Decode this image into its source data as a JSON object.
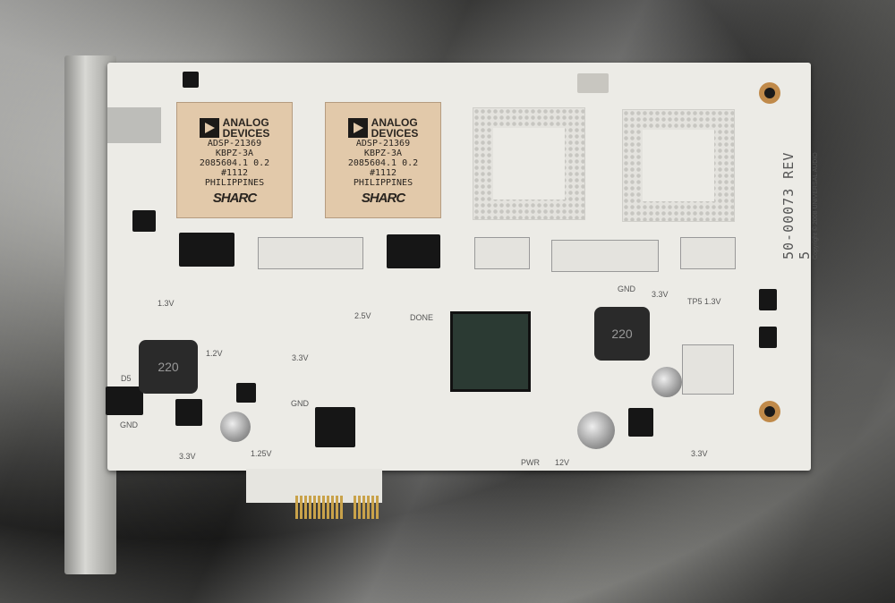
{
  "chips": [
    {
      "brand": "ANALOG DEVICES",
      "brand_line1": "ANALOG",
      "brand_line2": "DEVICES",
      "part": "ADSP-21369",
      "grade": "KBPZ-3A",
      "lot": "2085604.1 0.2",
      "date": "#1112",
      "origin": "PHILIPPINES",
      "family": "SHARC"
    },
    {
      "brand": "ANALOG DEVICES",
      "brand_line1": "ANALOG",
      "brand_line2": "DEVICES",
      "part": "ADSP-21369",
      "grade": "KBPZ-3A",
      "lot": "2085604.1 0.2",
      "date": "#1112",
      "origin": "PHILIPPINES",
      "family": "SHARC"
    }
  ],
  "board": {
    "part_number": "50-00073 REV 5",
    "copyright": "Copyright © 2008 UNIVERSAL AUDIO",
    "inductor_left": "220",
    "inductor_right": "220",
    "silkscreen": [
      "1.3V",
      "1.2V",
      "2.5V",
      "3.3V",
      "DONE",
      "GND",
      "3.3V",
      "TP5 1.3V",
      "GND",
      "3.3V",
      "1.25V",
      "PWR",
      "12V",
      "3.3V",
      "D5",
      "GND"
    ]
  },
  "colors": {
    "board": "#ecebe6",
    "chip": "#e2c9aa",
    "gold": "#c9a24a"
  }
}
